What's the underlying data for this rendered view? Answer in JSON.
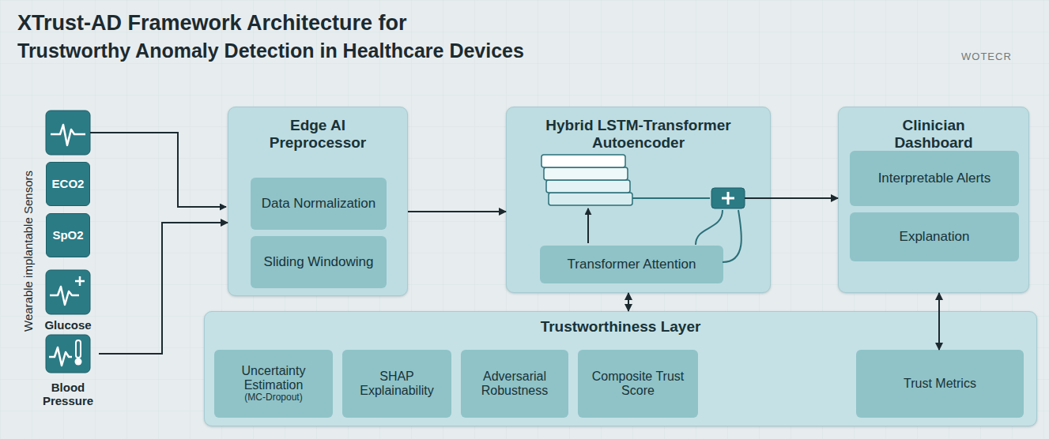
{
  "diagram": {
    "title": "XTrust-AD Framework Architecture for",
    "nodes": [
      {
        "text": [
          "ECO2"
        ]
      },
      {
        "text": [
          "SpO2"
        ]
      },
      {
        "text": [
          "Glucose"
        ]
      },
      {
        "text": [
          "Blood Pressure"
        ]
      },
      {
        "text": [
          "Edge AI Preprocessor"
        ]
      },
      {
        "text": [
          "Data Normalization"
        ],
        "in": 4
      },
      {
        "text": [
          "Sliding Windowing"
        ],
        "in": 4
      },
      {
        "text": [
          "Hybrid LSTM-Transformer Autoencoder"
        ]
      },
      {
        "text": [
          "Transformer Attention"
        ],
        "in": 7
      },
      {
        "text": [
          "Clinician Dashboard"
        ]
      },
      {
        "text": [
          "Interpretable Alerts"
        ],
        "in": 9
      },
      {
        "text": [
          "Explanation"
        ],
        "in": 9
      },
      {
        "text": [
          "Trustworthiness Layer"
        ]
      },
      {
        "text": [
          "Uncertainty Estimation",
          "(MC-Dropout)"
        ],
        "in": 12
      },
      {
        "text": [
          "SHAP Explainability"
        ],
        "in": 12
      },
      {
        "text": [
          "Adversarial Robustness"
        ],
        "in": 12
      },
      {
        "text": [
          "Composite Trust Score"
        ],
        "in": 12
      },
      {
        "text": [
          "Trust Metrics"
        ],
        "in": 12
      }
    ],
    "edges": [
      {
        "from": 3,
        "to": 4,
        "arrow": "to"
      },
      {
        "from": 4,
        "to": 7,
        "arrow": "to"
      },
      {
        "from": 7,
        "to": 9,
        "arrow": "to"
      },
      {
        "from": 7,
        "to": 12,
        "arrow": "both"
      },
      {
        "from": 9,
        "to": 17,
        "arrow": "both"
      }
    ],
    "labels": [
      "Trustworthy Anomaly Detection in Healthcare Devices",
      "Wearable implantable Sensors",
      "WOTECR"
    ]
  }
}
